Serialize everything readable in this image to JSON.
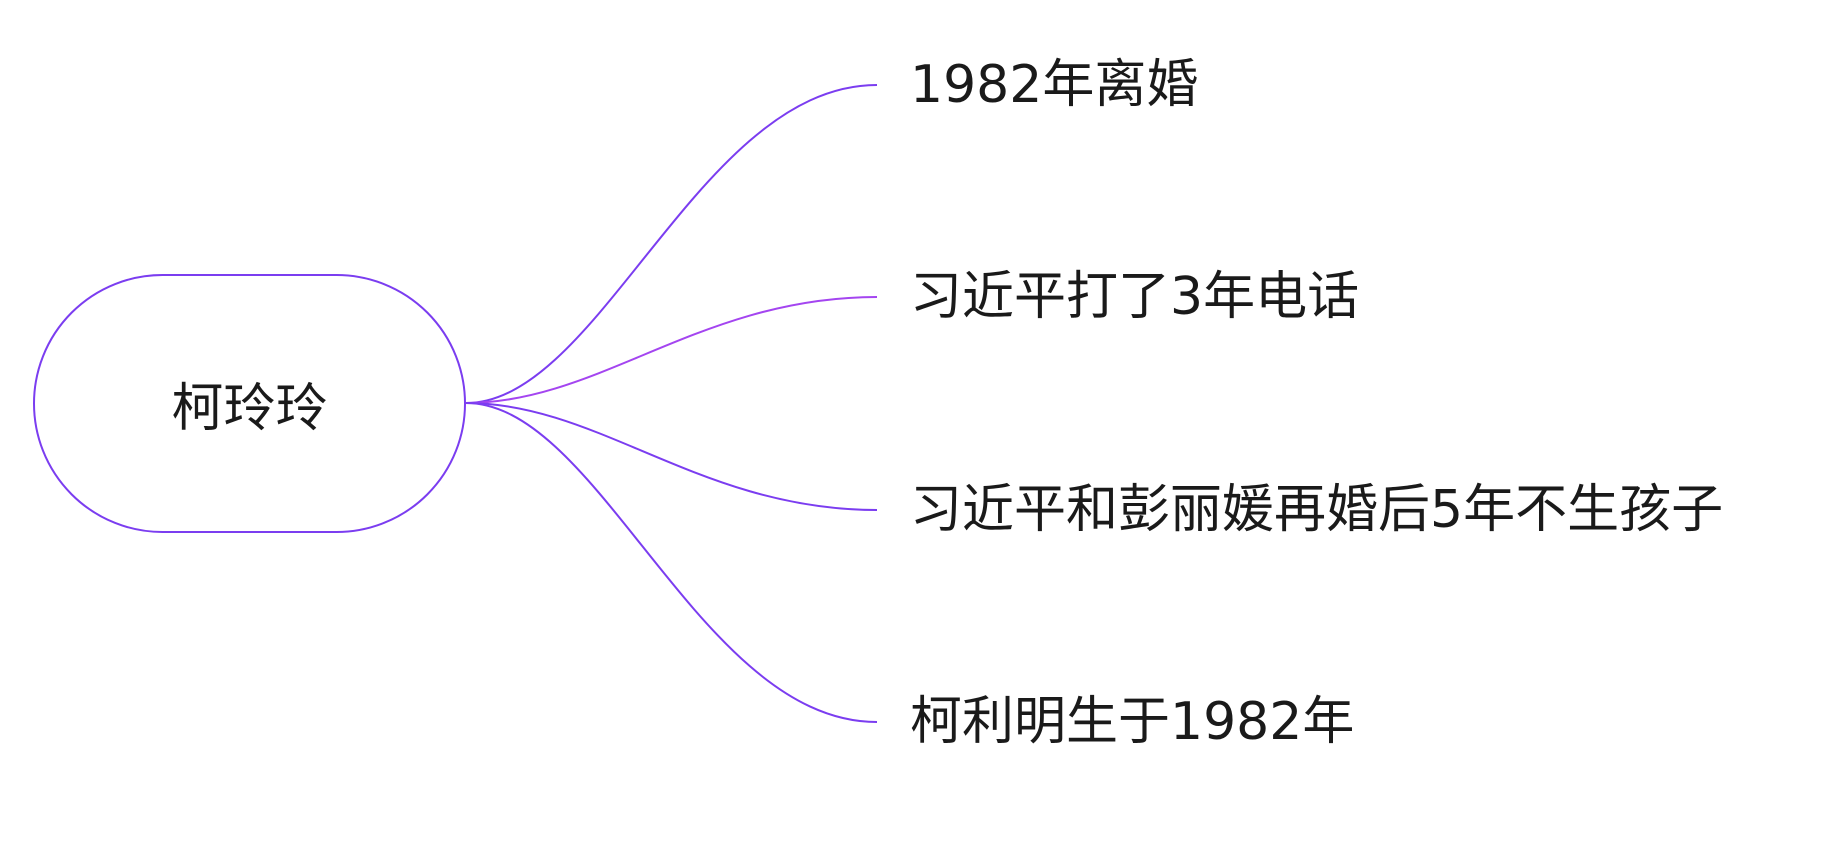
{
  "root": {
    "label": "柯玲玲"
  },
  "branches": [
    {
      "label": "1982年离婚"
    },
    {
      "label": "习近平打了3年电话"
    },
    {
      "label": "习近平和彭丽媛再婚后5年不生孩子"
    },
    {
      "label": "柯利明生于1982年"
    }
  ],
  "colors": {
    "edge": "#7b3df0",
    "edge_alt": "#a445f0",
    "border": "#7b3df0"
  }
}
